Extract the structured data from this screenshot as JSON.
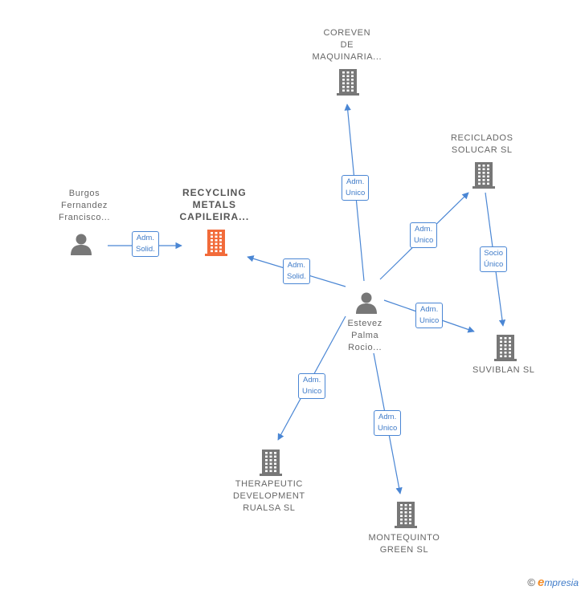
{
  "nodes": {
    "burgos": {
      "lines": [
        "Burgos",
        "Fernandez",
        "Francisco..."
      ],
      "type": "person"
    },
    "recycling": {
      "lines": [
        "RECYCLING",
        "METALS",
        "CAPILEIRA..."
      ],
      "type": "company",
      "main": true
    },
    "coreven": {
      "lines": [
        "COREVEN",
        "DE",
        "MAQUINARIA..."
      ],
      "type": "company"
    },
    "reciclados": {
      "lines": [
        "RECICLADOS",
        "SOLUCAR SL"
      ],
      "type": "company"
    },
    "estevez": {
      "lines": [
        "Estevez",
        "Palma",
        "Rocio..."
      ],
      "type": "person"
    },
    "suviblan": {
      "lines": [
        "SUVIBLAN SL"
      ],
      "type": "company"
    },
    "therapeutic": {
      "lines": [
        "THERAPEUTIC",
        "DEVELOPMENT",
        "RUALSA  SL"
      ],
      "type": "company"
    },
    "montequinto": {
      "lines": [
        "MONTEQUINTO",
        "GREEN  SL"
      ],
      "type": "company"
    }
  },
  "edges": [
    {
      "from": "burgos",
      "to": "recycling",
      "label": [
        "Adm.",
        "Solid."
      ]
    },
    {
      "from": "estevez",
      "to": "recycling",
      "label": [
        "Adm.",
        "Solid."
      ]
    },
    {
      "from": "estevez",
      "to": "coreven",
      "label": [
        "Adm.",
        "Unico"
      ]
    },
    {
      "from": "estevez",
      "to": "reciclados",
      "label": [
        "Adm.",
        "Unico"
      ]
    },
    {
      "from": "estevez",
      "to": "suviblan",
      "label": [
        "Adm.",
        "Unico"
      ]
    },
    {
      "from": "estevez",
      "to": "therapeutic",
      "label": [
        "Adm.",
        "Unico"
      ]
    },
    {
      "from": "estevez",
      "to": "montequinto",
      "label": [
        "Adm.",
        "Unico"
      ]
    },
    {
      "from": "reciclados",
      "to": "suviblan",
      "label": [
        "Socio",
        "Único"
      ]
    }
  ],
  "colors": {
    "edge": "#4a86d4",
    "icon": "#777777",
    "main_icon": "#f26b3a",
    "label_border": "#4a86d4"
  },
  "footer": {
    "copyright": "©",
    "brand_e": "e",
    "brand_rest": "mpresia"
  }
}
